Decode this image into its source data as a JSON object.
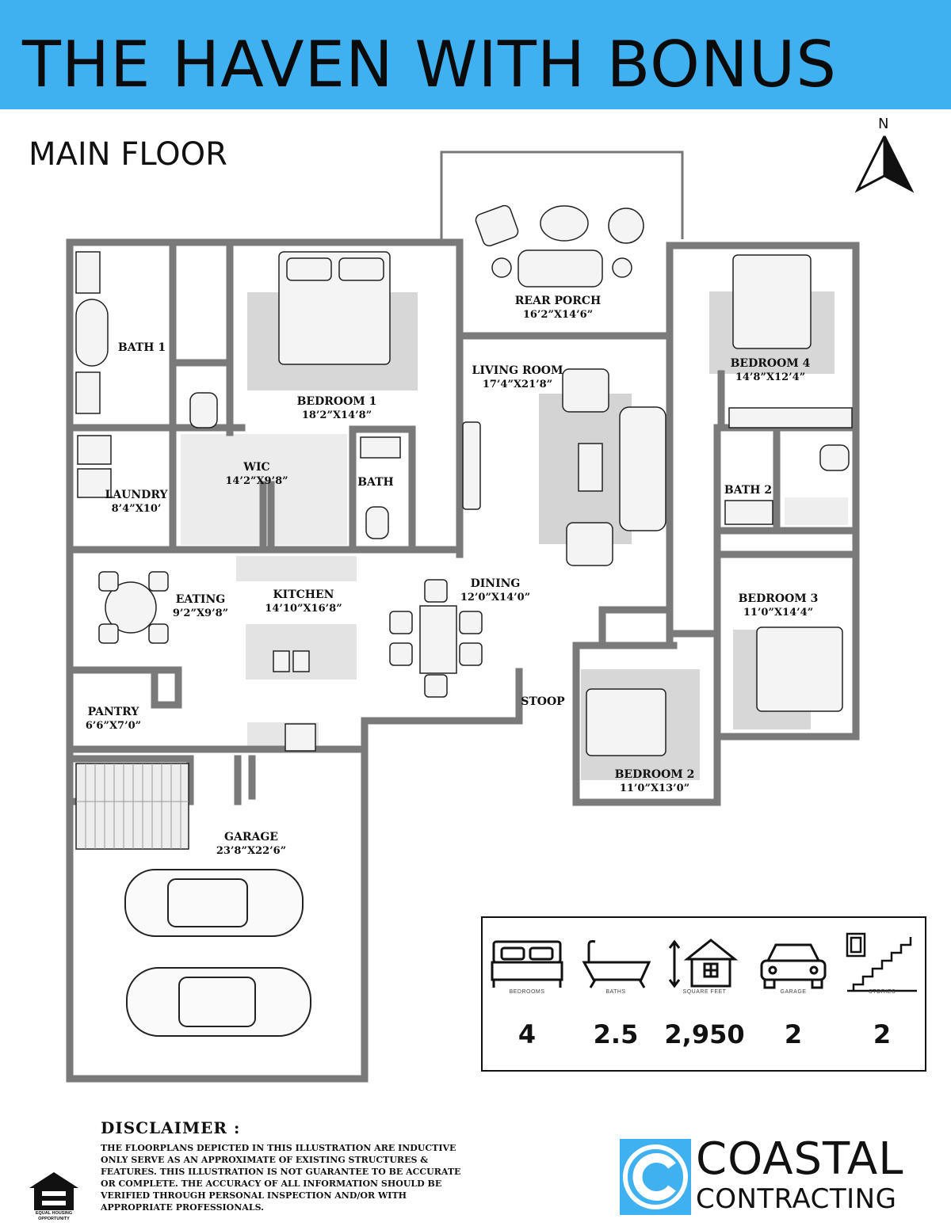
{
  "header": {
    "title": "THE HAVEN WITH BONUS",
    "banner_color": "#3fb0f0"
  },
  "plan": {
    "floor_title": "MAIN FLOOR",
    "north_label": "N",
    "rooms": [
      {
        "key": "rear_porch",
        "name": "REAR PORCH",
        "dims": "16’2”X14’6”"
      },
      {
        "key": "bath_1",
        "name": "BATH 1",
        "dims": ""
      },
      {
        "key": "bedroom_1",
        "name": "BEDROOM 1",
        "dims": "18’2”X14’8”"
      },
      {
        "key": "living_room",
        "name": "LIVING ROOM",
        "dims": "17’4”X21’8”"
      },
      {
        "key": "bedroom_4",
        "name": "BEDROOM 4",
        "dims": "14’8”X12’4”"
      },
      {
        "key": "wic",
        "name": "WIC",
        "dims": "14’2”X9’8”"
      },
      {
        "key": "laundry",
        "name": "LAUNDRY",
        "dims": "8’4”X10’"
      },
      {
        "key": "bath",
        "name": "BATH",
        "dims": ""
      },
      {
        "key": "bath_2",
        "name": "BATH 2",
        "dims": ""
      },
      {
        "key": "dining",
        "name": "DINING",
        "dims": "12’0”X14’0”"
      },
      {
        "key": "eating",
        "name": "EATING",
        "dims": "9’2”X9’8”"
      },
      {
        "key": "kitchen",
        "name": "KITCHEN",
        "dims": "14’10”X16’8”"
      },
      {
        "key": "bedroom_3",
        "name": "BEDROOM 3",
        "dims": "11’0”X14’4”"
      },
      {
        "key": "pantry",
        "name": "PANTRY",
        "dims": "6’6”X7’0”"
      },
      {
        "key": "stoop",
        "name": "STOOP",
        "dims": ""
      },
      {
        "key": "bedroom_2",
        "name": "BEDROOM 2",
        "dims": "11’0”X13’0”"
      },
      {
        "key": "garage",
        "name": "GARAGE",
        "dims": "23’8”X22’6”"
      }
    ]
  },
  "stats": [
    {
      "icon": "bed-icon",
      "caption": "BEDROOMS",
      "value": "4"
    },
    {
      "icon": "bathtub-icon",
      "caption": "BATHS",
      "value": "2.5"
    },
    {
      "icon": "house-icon",
      "caption": "SQUARE FEET",
      "value": "2,950"
    },
    {
      "icon": "car-icon",
      "caption": "GARAGE",
      "value": "2"
    },
    {
      "icon": "stairs-icon",
      "caption": "STORIES",
      "value": "2"
    }
  ],
  "disclaimer": {
    "title": "DISCLAIMER :",
    "text": "THE FLOORPLANS DEPICTED IN THIS ILLUSTRATION ARE INDUCTIVE ONLY SERVE AS AN APPROXIMATE OF EXISTING STRUCTURES & FEATURES. THIS ILLUSTRATION IS NOT GUARANTEE TO BE ACCURATE OR COMPLETE. THE ACCURACY OF ALL INFORMATION SHOULD BE VERIFIED THROUGH PERSONAL INSPECTION AND/OR WITH APPROPRIATE PROFESSIONALS."
  },
  "equal_housing": {
    "text": "EQUAL HOUSING OPPORTUNITY"
  },
  "logo": {
    "name": "COASTAL",
    "sub": "CONTRACTING",
    "color": "#3fb0f0"
  }
}
